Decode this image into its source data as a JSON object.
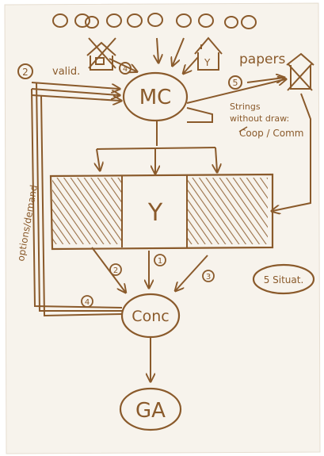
{
  "nodes": {
    "mc": "MC",
    "conc": "Conc",
    "ga": "GA",
    "grid_middle": "Y"
  },
  "labels": {
    "valid": "valid.",
    "papers": "papers",
    "strings": "Strings",
    "without_draw": "without draw:",
    "coop": "Coop / Comm",
    "side": "options/demand",
    "situations": "5 Situat."
  },
  "markers": {
    "m2": "2",
    "m3": "3",
    "m4": "4",
    "m5": "5",
    "a2": "2",
    "a1": "1",
    "a3": "3",
    "small_y": "Y"
  },
  "colors": {
    "ink": "#8a5a2b",
    "paper": "#f7f3ec"
  }
}
